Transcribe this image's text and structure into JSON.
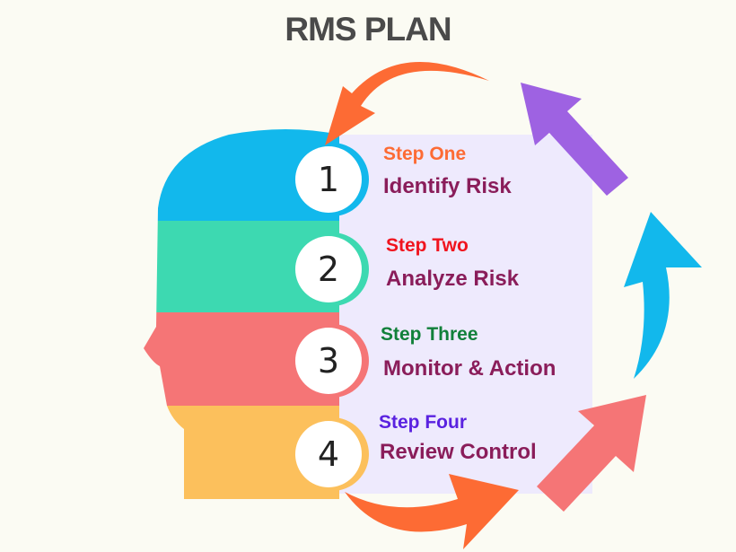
{
  "title": "RMS PLAN",
  "colors": {
    "background": "#fbfbf3",
    "panel": "#eeeafd",
    "band_1": "#12b8ec",
    "band_2": "#3dd9b1",
    "band_3": "#f57576",
    "band_4": "#fcc05c",
    "arrow_orange": "#fd6b34",
    "arrow_purple": "#9e62e2",
    "arrow_blue": "#12b8ec",
    "arrow_pink": "#f57576",
    "step_title": "#8a1d5a"
  },
  "steps": [
    {
      "number": "1",
      "label": "Step One",
      "title": "Identify Risk",
      "label_color": "#fd6b34"
    },
    {
      "number": "2",
      "label": "Step Two",
      "title": "Analyze Risk",
      "label_color": "#f0141e"
    },
    {
      "number": "3",
      "label": "Step Three",
      "title": "Monitor & Action",
      "label_color": "#11803a"
    },
    {
      "number": "4",
      "label": "Step Four",
      "title": "Review Control",
      "label_color": "#5a22e0"
    }
  ]
}
